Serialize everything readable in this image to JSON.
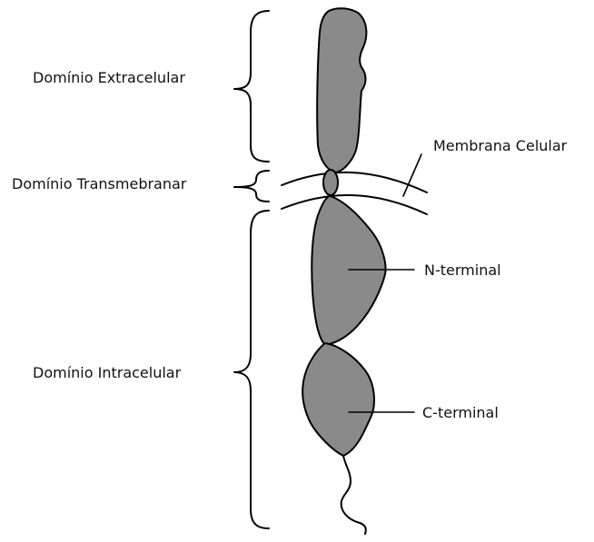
{
  "labels": {
    "extracellular": "Domínio Extracelular",
    "transmembrane": "Domínio Transmebranar",
    "intracellular": "Domínio Intracelular",
    "membrane": "Membrana Celular",
    "n_terminal": "N-terminal",
    "c_terminal": "C-terminal"
  },
  "colors": {
    "protein_fill": "#8a8a8a",
    "outline": "#000000",
    "background": "#ffffff"
  }
}
